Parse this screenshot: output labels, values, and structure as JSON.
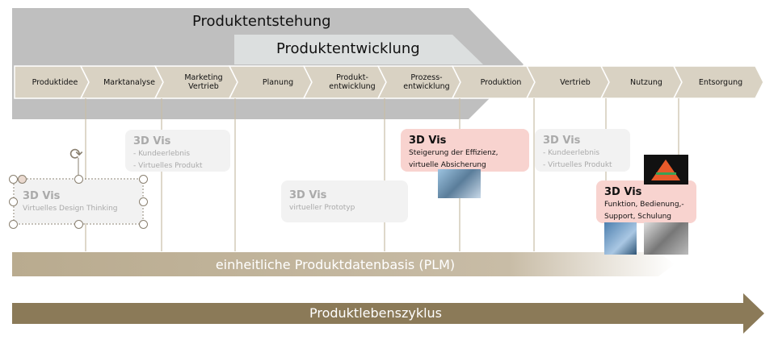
{
  "header": {
    "outer": "Produktentstehung",
    "inner": "Produktentwicklung"
  },
  "steps": [
    "Produktidee",
    "Marktanalyse",
    "Marketing\nVertrieb",
    "Planung",
    "Produkt-\nentwicklung",
    "Prozess-\nentwicklung",
    "Produktion",
    "Vertrieb",
    "Nutzung",
    "Entsorgung"
  ],
  "boxes": [
    {
      "title": "3D Vis",
      "text": "Virtuelles Design Thinking"
    },
    {
      "title": "3D Vis",
      "text": "- Kundeerlebnis\n- Virtuelles Produkt"
    },
    {
      "title": "3D Vis",
      "text": "virtueller Prototyp"
    },
    {
      "title": "3D Vis",
      "text": "Steigerung der Effizienz,\nvirtuelle Absicherung"
    },
    {
      "title": "3D Vis",
      "text": "- Kundeerlebnis\n- Virtuelles Produkt"
    },
    {
      "title": "3D Vis",
      "text": "Funktion, Bedienung,-\nSupport, Schulung"
    }
  ],
  "plm": "einheitliche Produktdatenbasis (PLM)",
  "lifecycle": "Produktlebenszyklus",
  "colors": {
    "outer": "#bfbfbf",
    "inner": "#d9dcdc",
    "step": "#d9d2c3",
    "line": "#c9bda6",
    "life": "#8b7a58",
    "pink": "#f8d3cf"
  }
}
